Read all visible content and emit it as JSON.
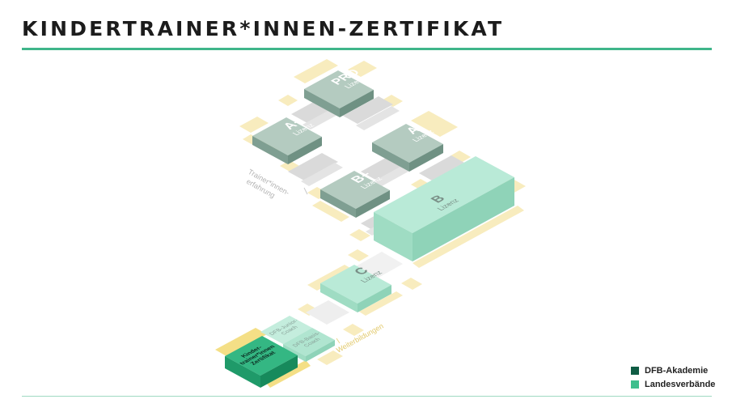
{
  "title": "KINDERTRAINER*INNEN-ZERTIFIKAT",
  "colors": {
    "accent_line": "#3fb58a",
    "dfb_akademie": "#0f5c44",
    "landesverbaende": "#3fbf8e",
    "license_grey": "#93b3a6",
    "license_light": "#a9e3cd",
    "step_grey": "#d9d9d9",
    "pad_yellow": "#f8ecbe"
  },
  "licenses": [
    {
      "id": "pro",
      "big": "PRO",
      "small": "Lizenz"
    },
    {
      "id": "a-plus",
      "big": "A+",
      "small": "Lizenz"
    },
    {
      "id": "a",
      "big": "A",
      "small": "Lizenz"
    },
    {
      "id": "b-plus",
      "big": "B+",
      "small": "Lizenz"
    },
    {
      "id": "b",
      "big": "B",
      "small": "Lizenz"
    },
    {
      "id": "c",
      "big": "C",
      "small": "Lizenz"
    }
  ],
  "coaches": [
    {
      "id": "junior",
      "line1": "DFB-Junior-",
      "line2": "Coach"
    },
    {
      "id": "basis",
      "line1": "DFB-Basis-",
      "line2": "Coach"
    }
  ],
  "certificate": {
    "line1": "Kinder-",
    "line2": "trainer*innen",
    "line3": "Zertifikat"
  },
  "annotations": {
    "experience_line1": "Trainer*innen-",
    "experience_line2": "erfahrung",
    "further_training": "Weiterbildungen"
  },
  "legend": [
    {
      "label": "DFB-Akademie",
      "color": "#0f5c44"
    },
    {
      "label": "Landesverbände",
      "color": "#3fbf8e"
    }
  ]
}
